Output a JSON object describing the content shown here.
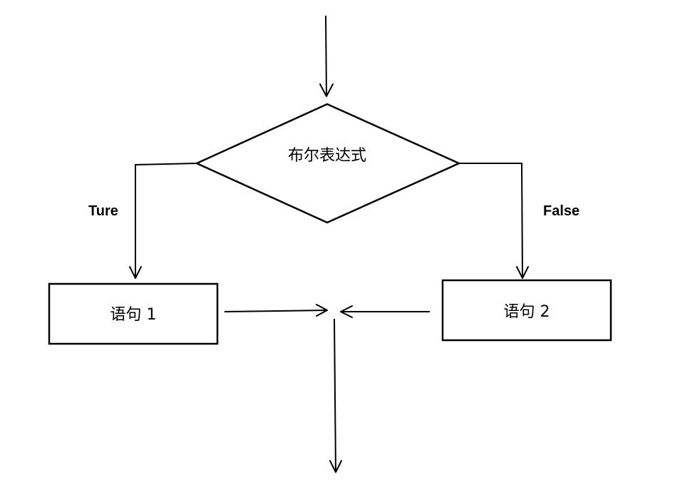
{
  "decision": {
    "label": "布尔表达式"
  },
  "branches": {
    "true_label": "Ture",
    "false_label": "False"
  },
  "statements": {
    "left_label": "语句 1",
    "right_label": "语句 2"
  }
}
